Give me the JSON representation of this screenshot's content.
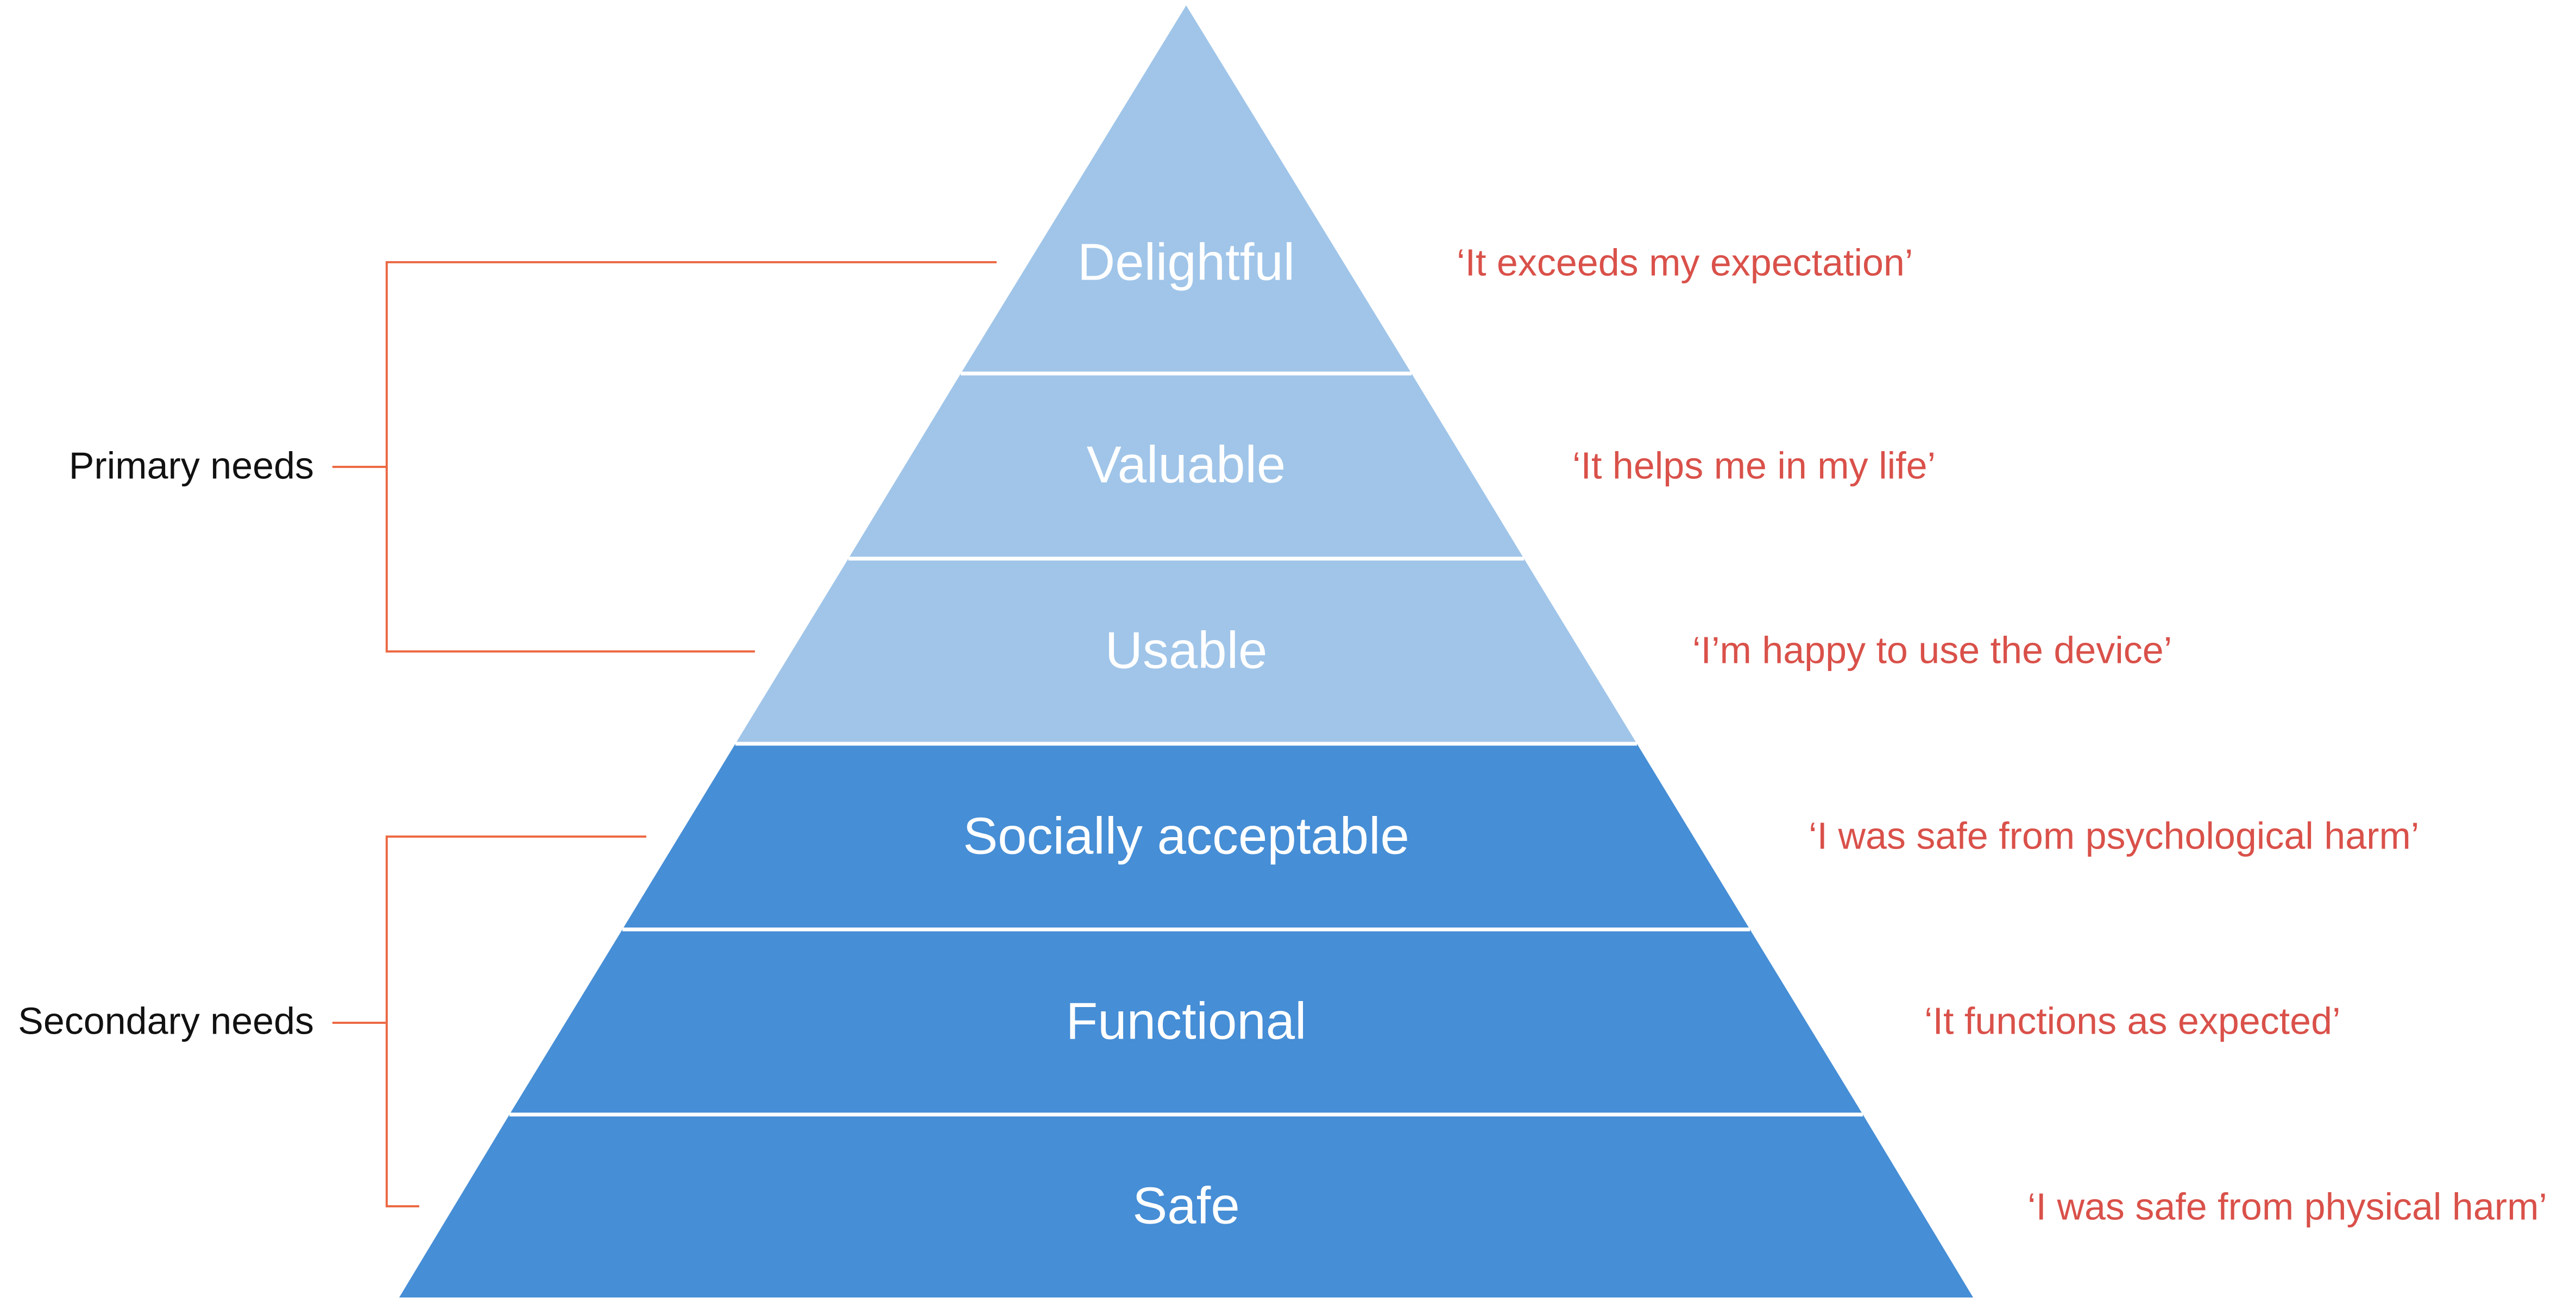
{
  "colors": {
    "primary_tier_fill": "#a0c5e9",
    "secondary_tier_fill": "#468ed6",
    "quote_text": "#d9514a",
    "bracket_line": "#ec6a45",
    "group_label_text": "#111111",
    "tier_label_text": "#ffffff"
  },
  "tiers": [
    {
      "label": "Delightful",
      "quote": "‘It exceeds my expectation’",
      "group": "primary"
    },
    {
      "label": "Valuable",
      "quote": "‘It helps me in my life’",
      "group": "primary"
    },
    {
      "label": "Usable",
      "quote": "‘I’m happy to use the device’",
      "group": "primary"
    },
    {
      "label": "Socially acceptable",
      "quote": "‘I was safe from psychological harm’",
      "group": "secondary"
    },
    {
      "label": "Functional",
      "quote": "‘It functions as expected’",
      "group": "secondary"
    },
    {
      "label": "Safe",
      "quote": "‘I was safe from physical harm’",
      "group": "secondary"
    }
  ],
  "groups": {
    "primary": {
      "label": "Primary needs"
    },
    "secondary": {
      "label": "Secondary needs"
    }
  }
}
